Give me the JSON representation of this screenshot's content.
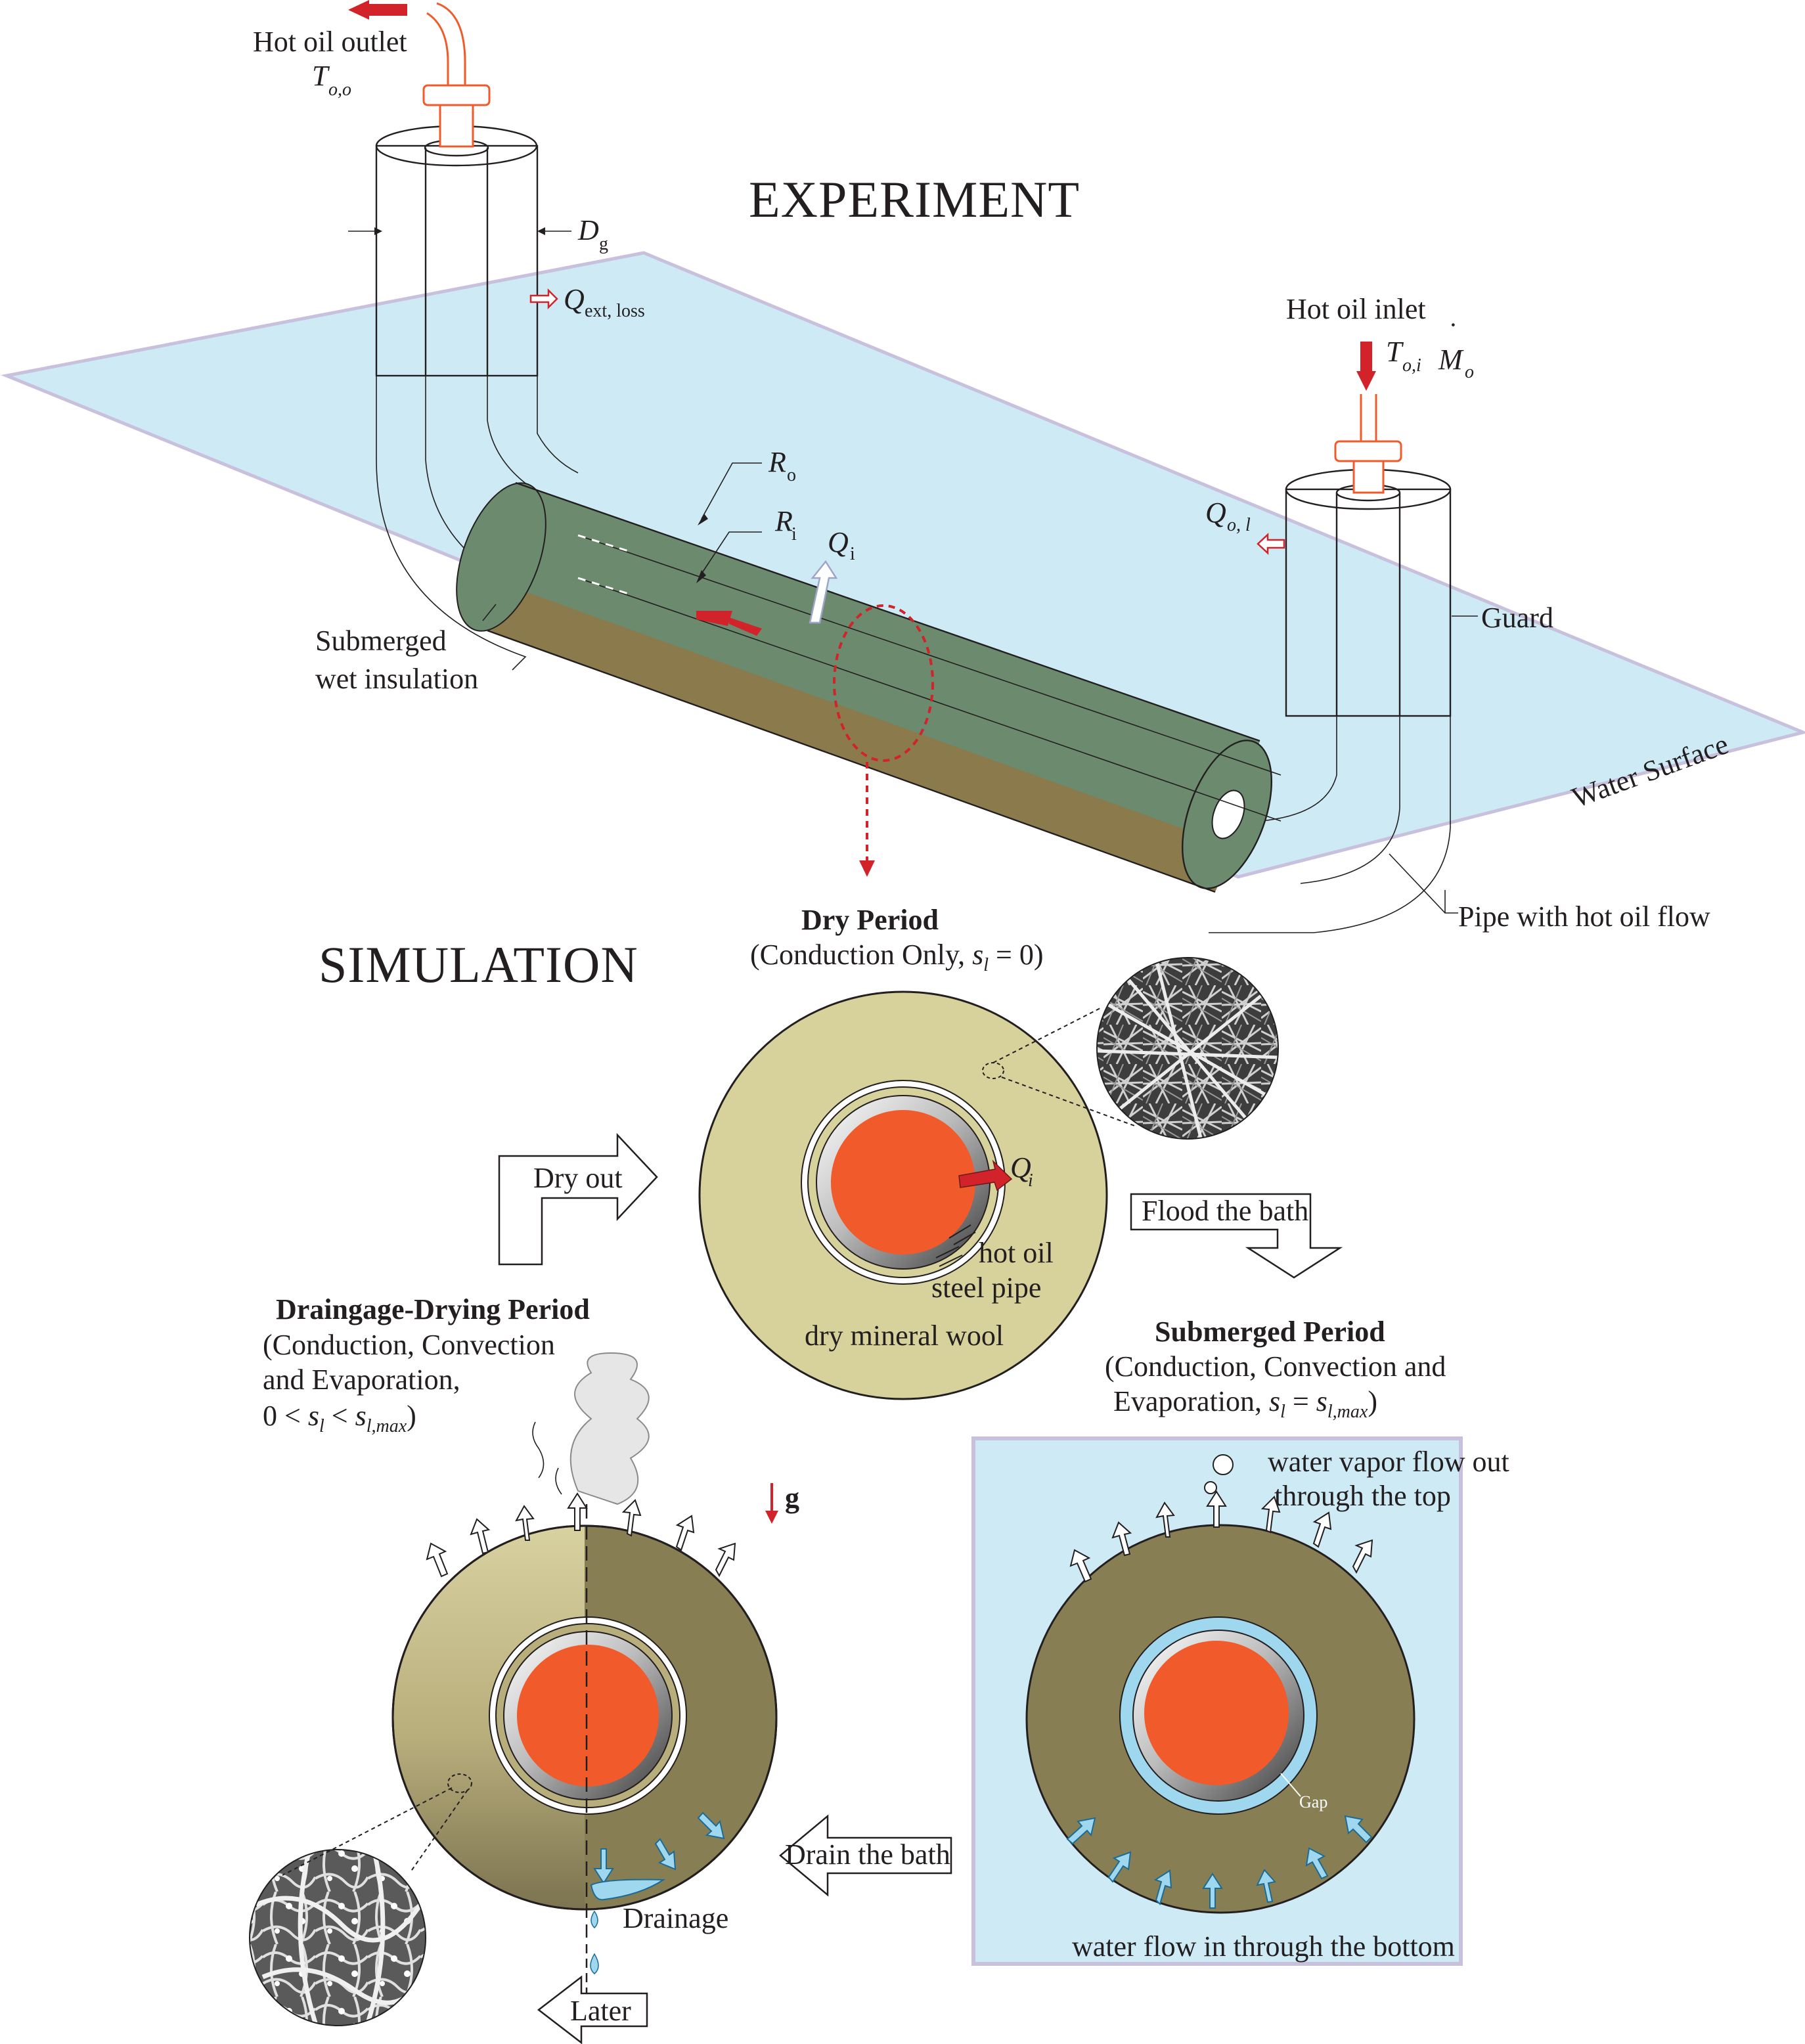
{
  "title_experiment": "EXPERIMENT",
  "title_simulation": "SIMULATION",
  "experiment": {
    "hot_oil_outlet": "Hot oil outlet",
    "T_oo": "T",
    "T_oo_sub": "o,o",
    "Dg": "D",
    "Dg_sub": "g",
    "Q_ext": "Q",
    "Q_ext_sub": "ext, loss",
    "hot_oil_inlet": "Hot oil inlet",
    "T_oi": "T",
    "T_oi_sub": "o,i",
    "M_o": "M",
    "M_o_sub": "o",
    "Ro": "R",
    "Ro_sub": "o",
    "Ri": "R",
    "Ri_sub": "i",
    "Qi": "Q",
    "Qi_sub": "i",
    "Qol": "Q",
    "Qol_sub": "o, l",
    "guard": "Guard",
    "submerged_1": "Submerged",
    "submerged_2": "wet insulation",
    "water_surface": "Water Surface",
    "pipe_flow": "Pipe with hot oil flow"
  },
  "dry": {
    "title": "Dry Period",
    "sub_a": "(Conduction Only, ",
    "sub_s": "s",
    "sub_l": "l",
    "sub_b": " = 0)",
    "Q": "Q",
    "Q_sub": "i",
    "hot_oil": "hot oil",
    "steel_pipe": "steel pipe",
    "wool": "dry mineral wool"
  },
  "arrows": {
    "dry_out": "Dry out",
    "flood": "Flood the bath",
    "drain": "Drain the bath",
    "later": "Later"
  },
  "drainage_drying": {
    "title": "Draingage-Drying Period",
    "line1": "(Conduction, Convection",
    "line2": "and Evaporation,",
    "line3a": "0 < ",
    "s1": "s",
    "l1": "l",
    "mid": " < ",
    "s2": "s",
    "l2": "l,max",
    "close": ")",
    "g": "g",
    "drainage": "Drainage"
  },
  "submerged": {
    "title": "Submerged Period",
    "line1": "(Conduction, Convection and",
    "line2a": "Evaporation, ",
    "s1": "s",
    "l1": "l",
    "eq": " = ",
    "s2": "s",
    "l2": "l,max",
    "close": ")",
    "vapor1": "water vapor flow out",
    "vapor2": "through the top",
    "gap": "Gap",
    "water_in": "water flow in through the bottom"
  },
  "colors": {
    "water_plane": "#cdeaf5",
    "wet_green": "#6b8a6e",
    "wet_brown": "#8a7a4c",
    "dry_wool": "#d7d19c",
    "wet_wool": "#877f53",
    "oil": "#f15a2a",
    "red_arrow": "#d2232a",
    "light_blue": "#9fd7ee"
  }
}
